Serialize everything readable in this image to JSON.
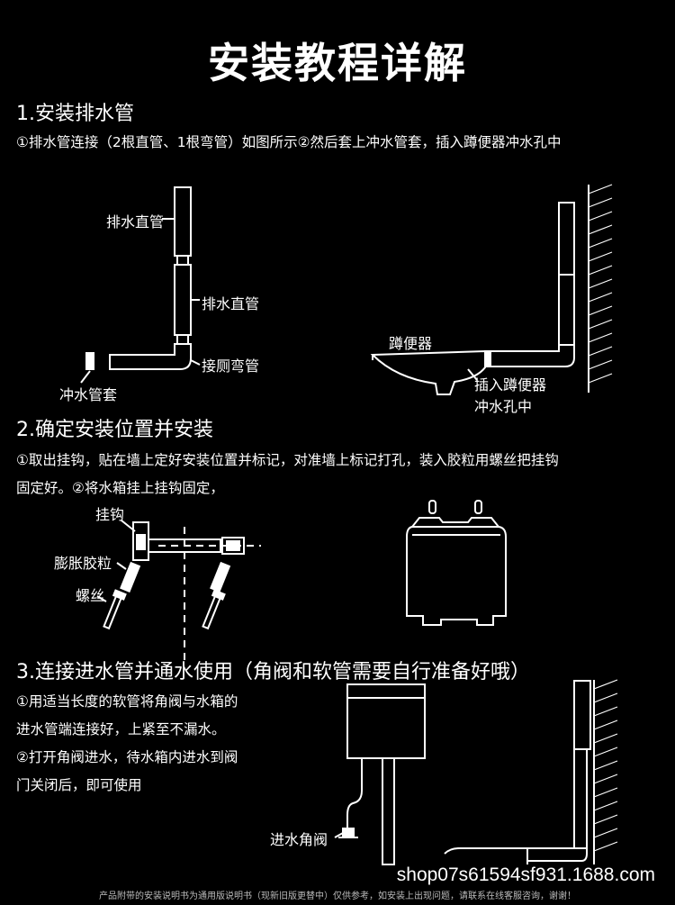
{
  "title": "安装教程详解",
  "step1": {
    "heading": "1.安装排水管",
    "text": "①排水管连接（2根直管、1根弯管）如图所示②然后套上冲水管套，插入蹲便器冲水孔中",
    "labels": {
      "pipe_top": "排水直管",
      "pipe_middle": "排水直管",
      "elbow": "接厕弯管",
      "flush_sleeve": "冲水管套",
      "squat_toilet": "蹲便器",
      "insert_line1": "插入蹲便器",
      "insert_line2": "冲水孔中"
    }
  },
  "step2": {
    "heading": "2.确定安装位置并安装",
    "text_line1": "①取出挂钩，贴在墙上定好安装位置并标记，对准墙上标记打孔，装入胶粒用螺丝把挂钩",
    "text_line2": "固定好。②将水箱挂上挂钩固定，",
    "labels": {
      "hook": "挂钩",
      "anchor": "膨胀胶粒",
      "screw": "螺丝"
    }
  },
  "step3": {
    "heading": "3.连接进水管并通水使用（角阀和软管需要自行准备好哦）",
    "lines": [
      "①用适当长度的软管将角阀与水箱的",
      "进水管端连接好，上紧至不漏水。",
      "②打开角阀进水，待水箱内进水到阀",
      "门关闭后，即可使用"
    ],
    "labels": {
      "valve": "进水角阀"
    }
  },
  "watermark": "shop07s61594sf931.1688.com",
  "footnote": "产品附带的安装说明书为通用版说明书（现新旧版更替中）仅供参考，如安装上出现问题，请联系在线客服咨询，谢谢！",
  "colors": {
    "background": "#000000",
    "text": "#ffffff",
    "line": "#ffffff"
  }
}
